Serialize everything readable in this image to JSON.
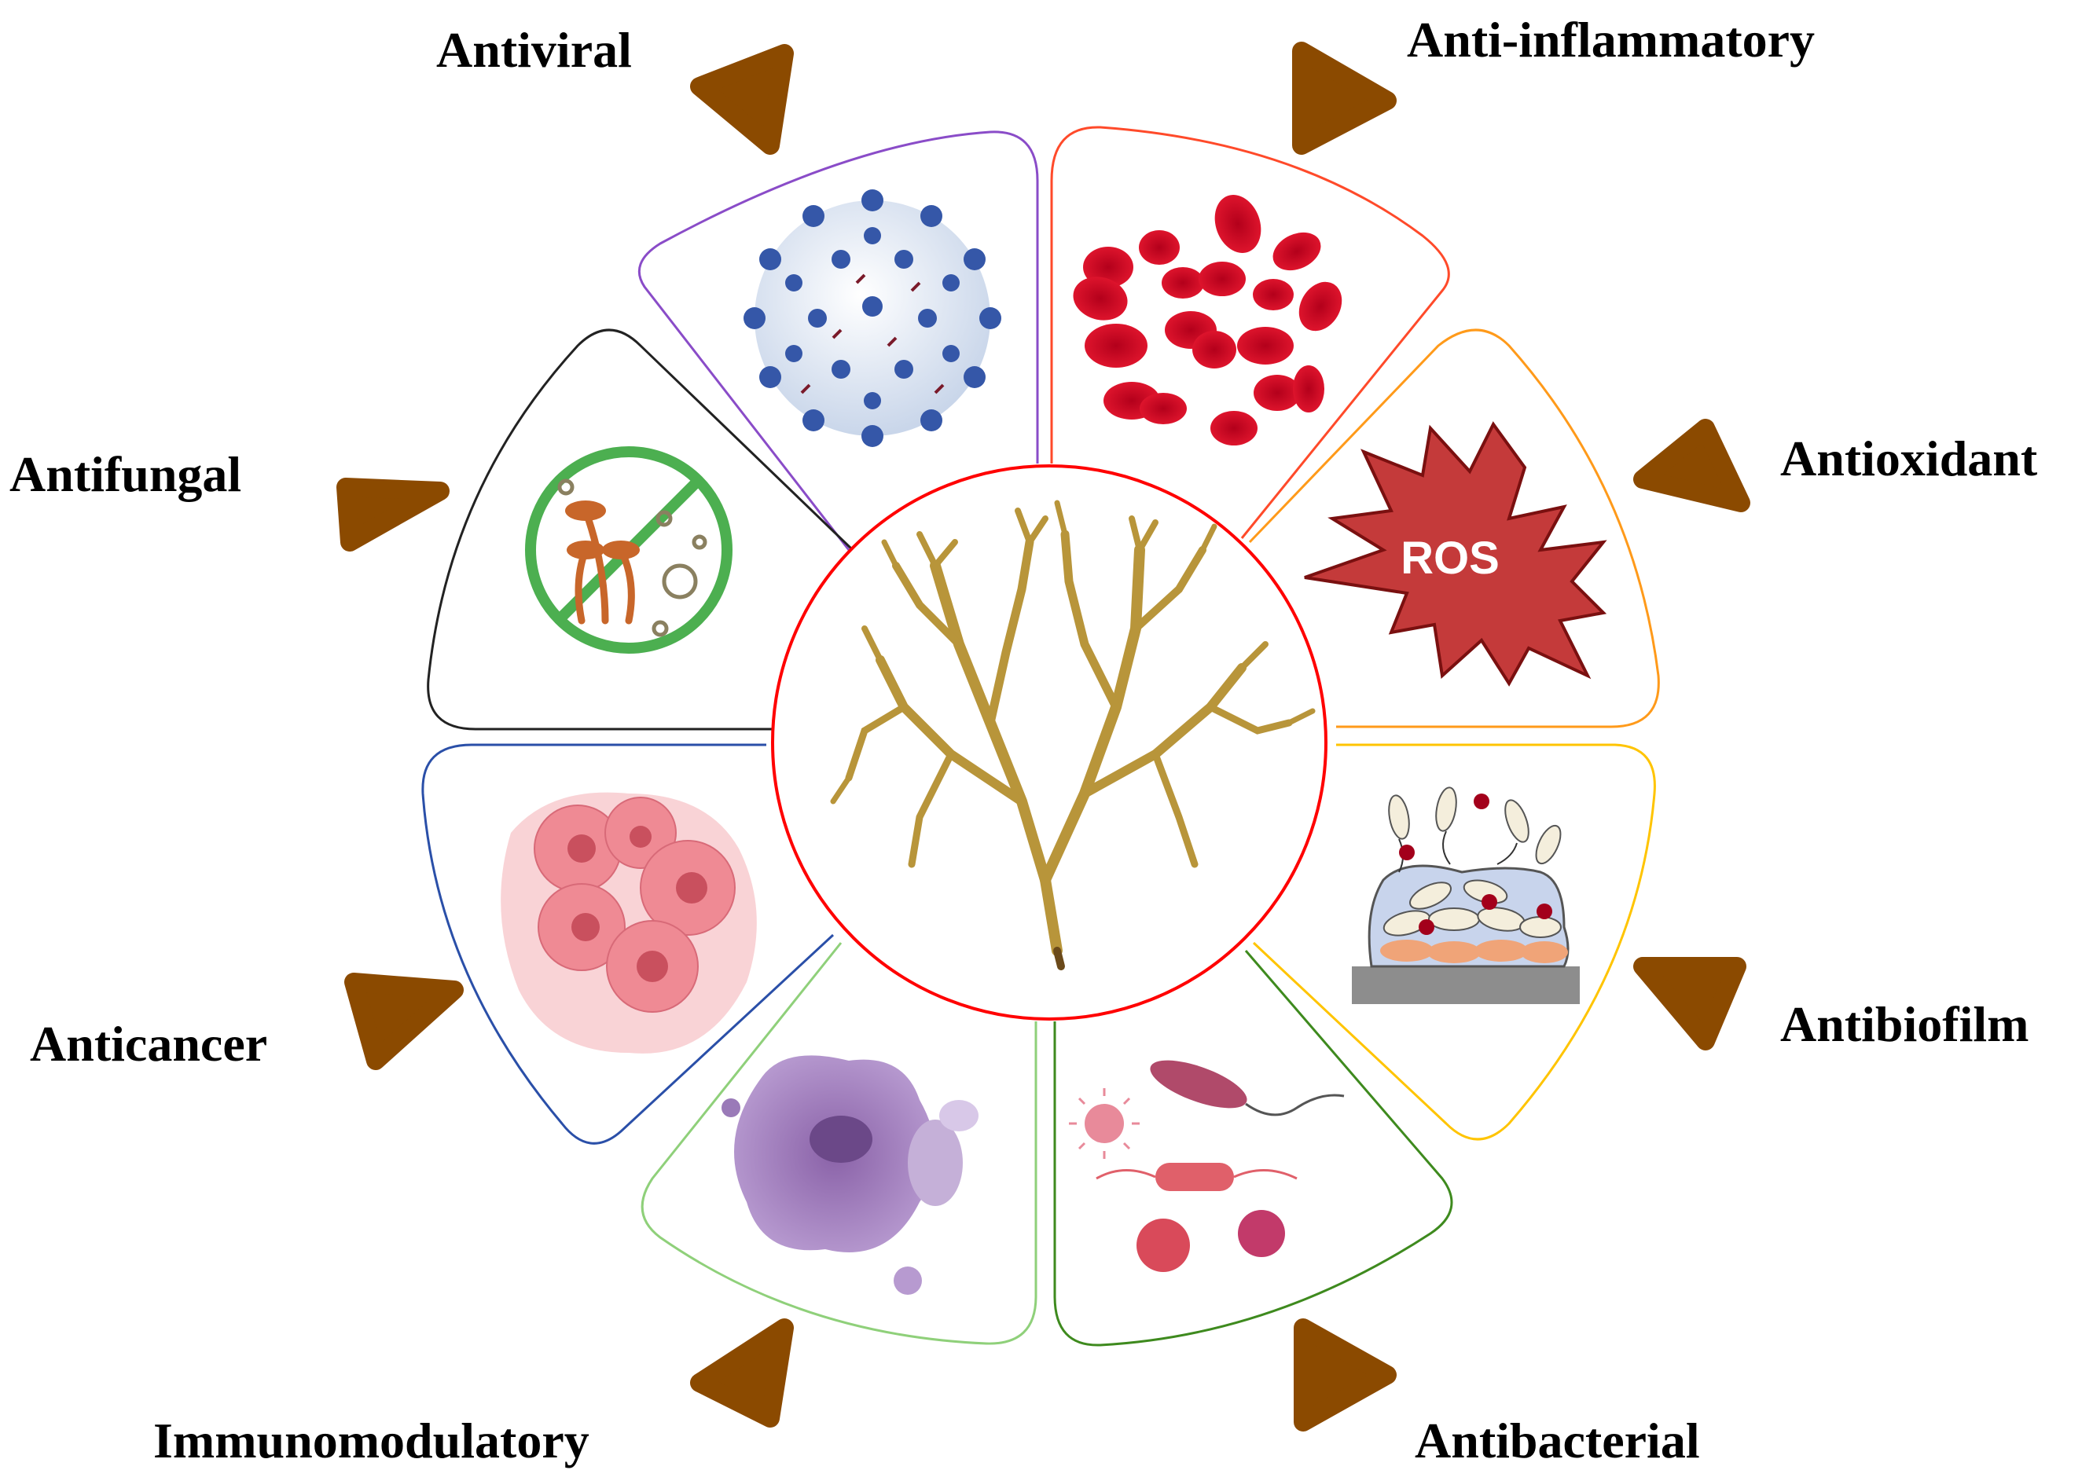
{
  "center": {
    "name": "seaweed",
    "border_color": "#ff0000"
  },
  "labels": {
    "antiviral": "Antiviral",
    "anti_inflammatory": "Anti-inflammatory",
    "antioxidant": "Antioxidant",
    "antibiofilm": "Antibiofilm",
    "antibacterial": "Antibacterial",
    "immunomodulatory": "Immunomodulatory",
    "anticancer": "Anticancer",
    "antifungal": "Antifungal"
  },
  "ros_label": "ROS",
  "colors": {
    "arrow": "#8b4a00",
    "antiviral_border": "#8a4cc8",
    "anti_inflammatory_border": "#ff4a2a",
    "antioxidant_border": "#ff9a1a",
    "antibiofilm_border": "#ffc400",
    "antibacterial_border": "#3e8a1e",
    "immunomodulatory_border": "#8fd07a",
    "anticancer_border": "#2a4fa8",
    "antifungal_border": "#222222"
  },
  "icons": {
    "antiviral": "virus-icon",
    "anti_inflammatory": "red-blood-cells-icon",
    "antioxidant": "ros-burst-icon",
    "antibiofilm": "biofilm-icon",
    "antibacterial": "bacteria-icon",
    "immunomodulatory": "macrophage-icon",
    "anticancer": "cancer-cells-icon",
    "antifungal": "no-fungi-icon"
  }
}
